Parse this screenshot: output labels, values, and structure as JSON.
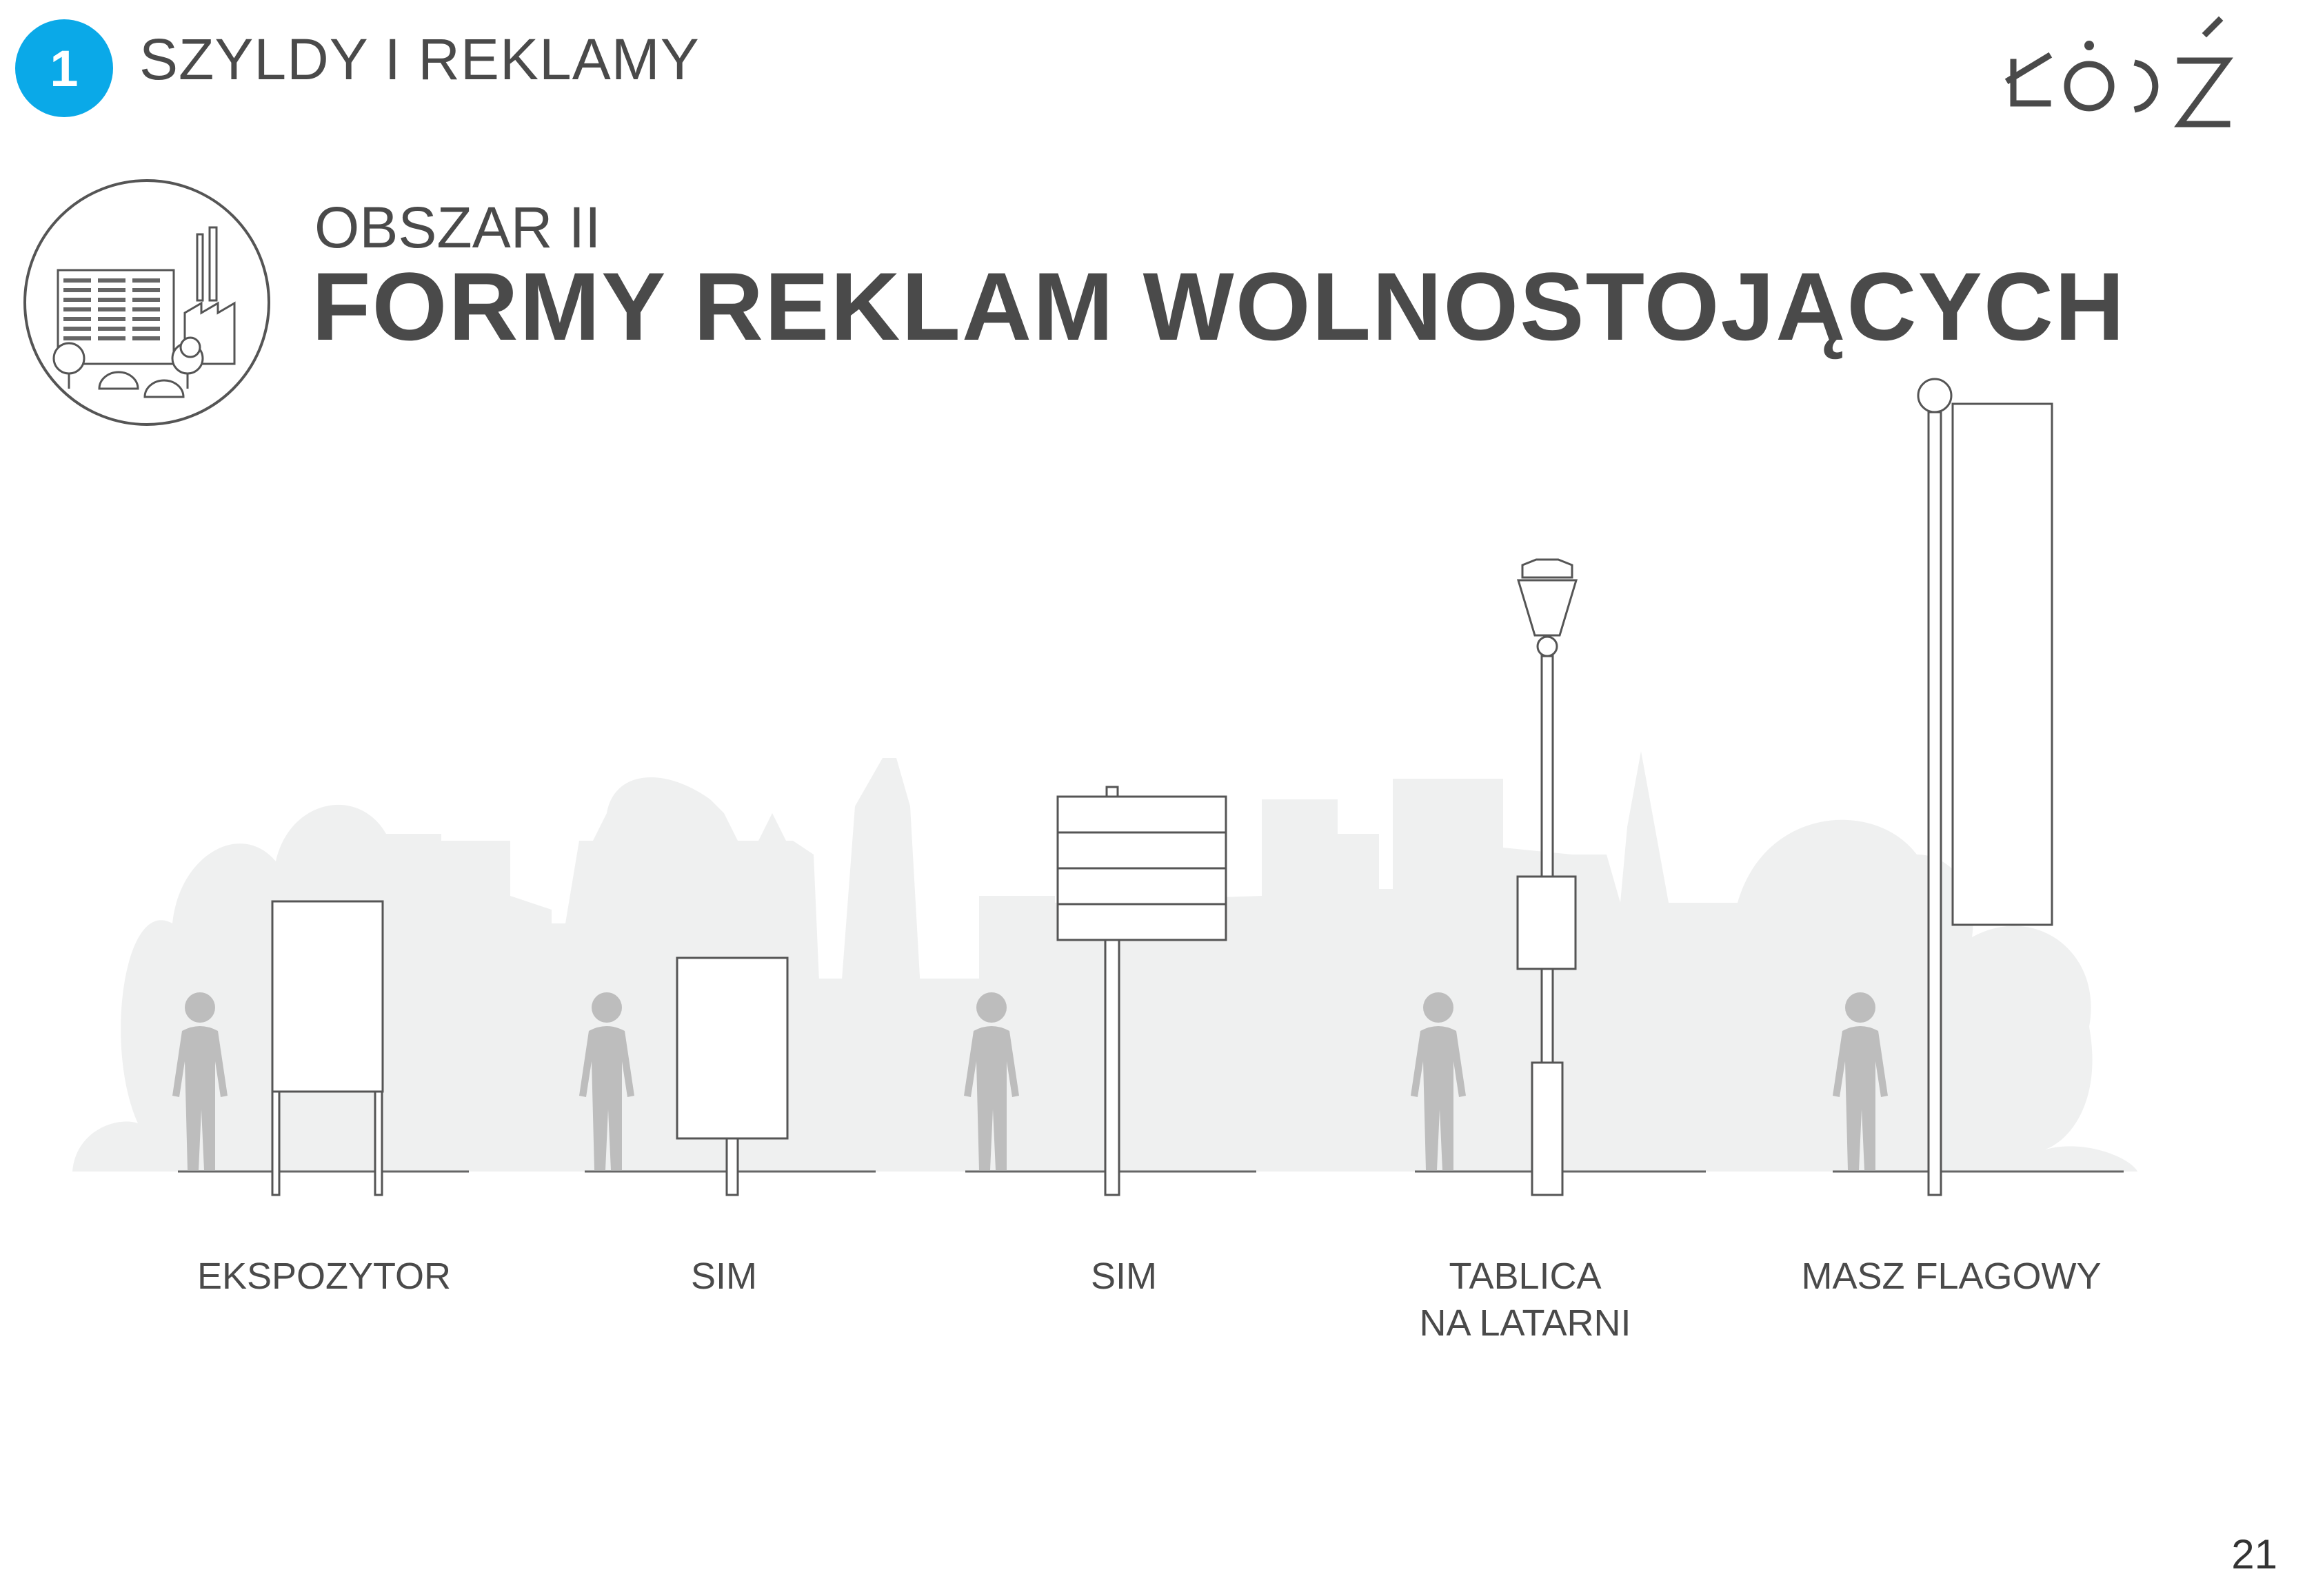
{
  "header": {
    "section_number": "1",
    "section_title": "SZYLDY I REKLAMY",
    "logo_text": "ŁÓDŹ"
  },
  "area": {
    "subtitle": "OBSZAR II",
    "title": "FORMY REKLAM WOLNOSTOJĄCYCH"
  },
  "captions": [
    {
      "line1": "EKSPOZYTOR",
      "line2": ""
    },
    {
      "line1": "SIM",
      "line2": ""
    },
    {
      "line1": "SIM",
      "line2": ""
    },
    {
      "line1": "TABLICA",
      "line2": "NA LATARNI"
    },
    {
      "line1": "MASZ FLAGOWY",
      "line2": ""
    }
  ],
  "footer": {
    "page_number": "21"
  },
  "colors": {
    "accent": "#0aa9e8",
    "text": "#4a4a4a",
    "skyline": "#eff0f0",
    "figure": "#bdbdbd",
    "outline": "#555555"
  }
}
